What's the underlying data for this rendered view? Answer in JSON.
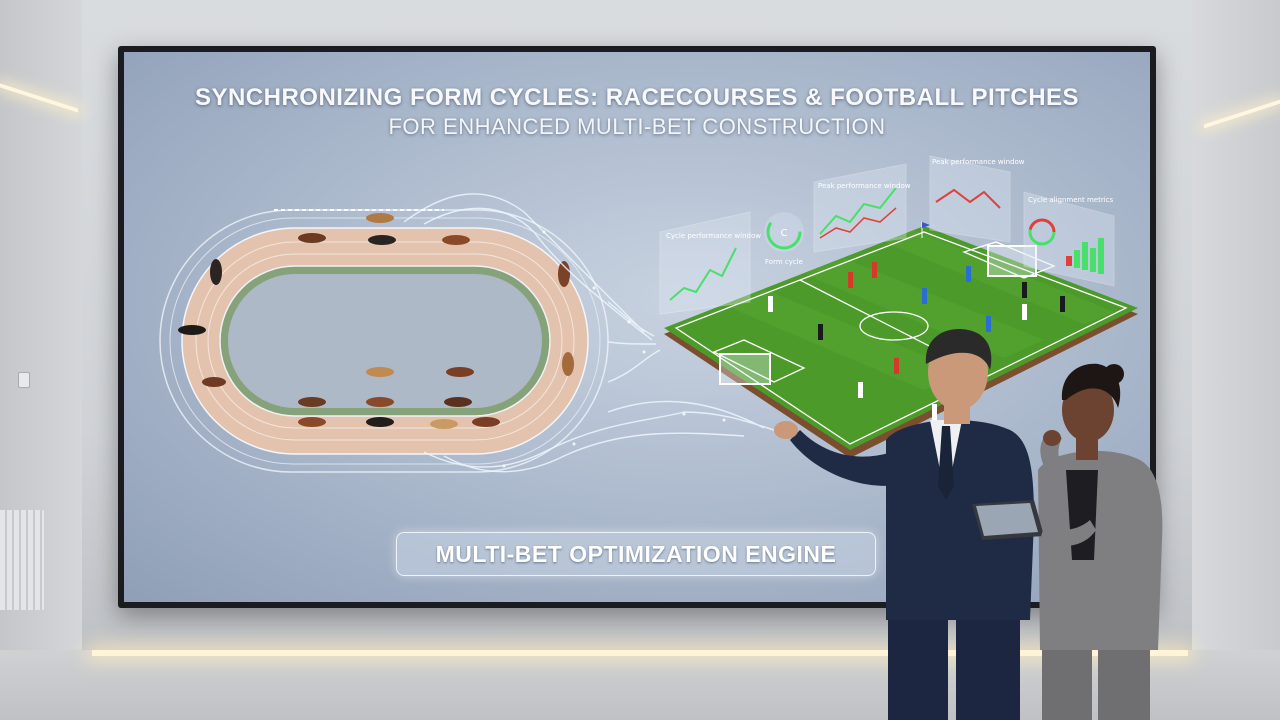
{
  "screen": {
    "title_line1": "SYNCHRONIZING FORM CYCLES: RACECOURSES & FOOTBALL PITCHES",
    "title_line2": "FOR ENHANCED MULTI-BET CONSTRUCTION",
    "engine_label": "MULTI-BET OPTIMIZATION ENGINE"
  },
  "panels": {
    "cycle_performance": "Cycle performance window",
    "form_cycle": "Form cycle",
    "peak_performance_1": "Peak performance window",
    "peak_performance_2": "Peak performance window",
    "cycle_alignment": "Cycle alignment metrics"
  },
  "colors": {
    "pitch": "#4c9a2a",
    "track": "#e8c8b4",
    "chart_line_green": "#48e06a",
    "chart_line_red": "#e0403a",
    "flow_lines": "#e8f4ff"
  }
}
